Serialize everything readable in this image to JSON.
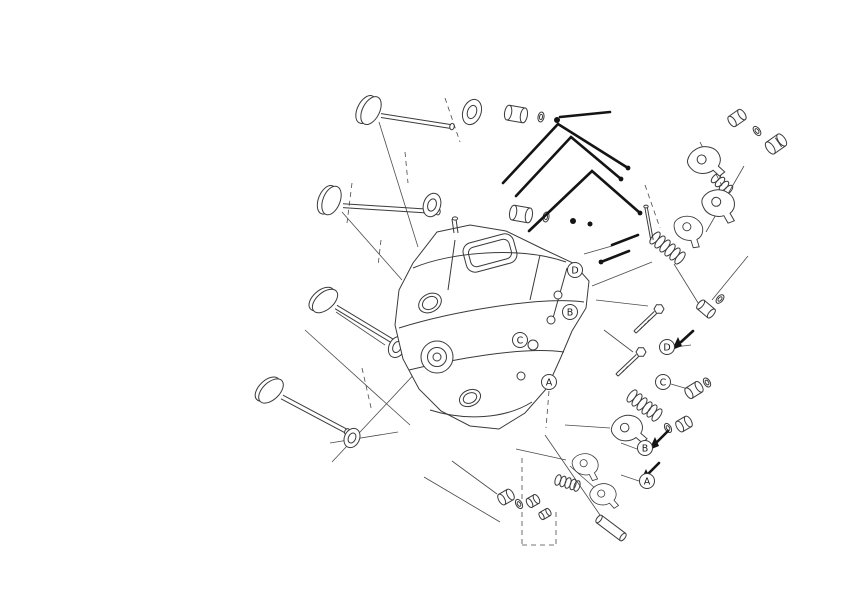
{
  "colors": {
    "background": "#ffffff",
    "line": "#4a4a4a",
    "part_outline": "#3a3a3a",
    "accent_black": "#141414"
  },
  "callouts": [
    {
      "name": "callout-d-head",
      "label": "D"
    },
    {
      "name": "callout-b-head",
      "label": "B"
    },
    {
      "name": "callout-c-head",
      "label": "C"
    },
    {
      "name": "callout-a-head",
      "label": "A"
    },
    {
      "name": "callout-d-right",
      "label": "D"
    },
    {
      "name": "callout-c-right",
      "label": "C"
    },
    {
      "name": "callout-b-right",
      "label": "B"
    },
    {
      "name": "callout-a-right",
      "label": "A"
    }
  ]
}
